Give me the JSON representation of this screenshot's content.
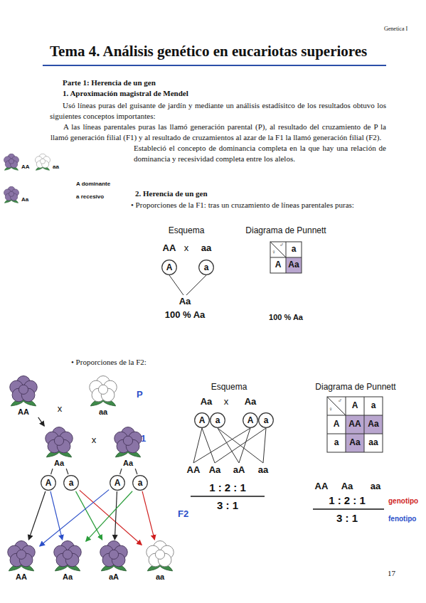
{
  "diagram": {
    "title": "Tema 4. Análisis genético en eucariotas superiores",
    "nodes": [
      {
        "text": [
          "AA"
        ]
      },
      {
        "text": [
          "aa"
        ]
      },
      {
        "text": [
          "Aa"
        ]
      },
      {
        "text": [
          "A"
        ]
      },
      {
        "text": [
          "a"
        ]
      },
      {
        "text": [
          "AA"
        ]
      },
      {
        "text": [
          "aa"
        ]
      },
      {
        "text": [
          "Aa"
        ]
      },
      {
        "text": [
          "Aa"
        ]
      },
      {
        "text": [
          "A"
        ]
      },
      {
        "text": [
          "a"
        ]
      },
      {
        "text": [
          "A"
        ]
      },
      {
        "text": [
          "a"
        ]
      },
      {
        "text": [
          "AA"
        ]
      },
      {
        "text": [
          "Aa"
        ]
      },
      {
        "text": [
          "aA"
        ]
      },
      {
        "text": [
          "aa"
        ]
      },
      {
        "text": [
          "A"
        ]
      },
      {
        "text": [
          "a"
        ]
      },
      {
        "text": [
          "A"
        ]
      },
      {
        "text": [
          "a"
        ]
      }
    ],
    "edges": [
      {
        "from": 5,
        "to": 7,
        "arrow": "to"
      },
      {
        "from": 7,
        "to": 9,
        "arrow": "none"
      },
      {
        "from": 7,
        "to": 10,
        "arrow": "none"
      },
      {
        "from": 8,
        "to": 11,
        "arrow": "none"
      },
      {
        "from": 8,
        "to": 12,
        "arrow": "none"
      },
      {
        "from": 9,
        "to": 13,
        "arrow": "to"
      },
      {
        "from": 9,
        "to": 14,
        "arrow": "to"
      },
      {
        "from": 10,
        "to": 15,
        "arrow": "to"
      },
      {
        "from": 10,
        "to": 16,
        "arrow": "to"
      },
      {
        "from": 11,
        "to": 13,
        "arrow": "to"
      },
      {
        "from": 11,
        "to": 15,
        "arrow": "to"
      },
      {
        "from": 12,
        "to": 14,
        "arrow": "to"
      },
      {
        "from": 12,
        "to": 16,
        "arrow": "to"
      }
    ],
    "labels": [
      "Genetica I",
      "Parte 1: Herencia de un gen",
      "1. Aproximación magistral de Mendel",
      "Usó líneas puras del guisante de jardín y mediante un análisis estadísitco de los resultados obtuvo los siguientes conceptos importantes:",
      "A las líneas parentales puras las llamó generación parental (P), al resultado del cruzamiento de P la llamó generación filial (F1) y al resultado de cruzamientos al azar de la F1 la llamó generación filial (F2).",
      "Estableció el concepto de dominancia completa en la que hay una relación de dominancia y recesividad completa entre los alelos.",
      "A dominante",
      "a recesivo",
      "2. Herencia de un gen",
      "• Proporciones de la F1: tras un cruzamiento de líneas parentales puras:",
      "Esquema",
      "AA",
      "x",
      "aa",
      "Aa",
      "100 % Aa",
      "Diagrama de Punnett",
      "♀",
      "♂",
      "a",
      "A",
      "Aa",
      "100 % Aa",
      "• Proporciones de la F2:",
      "x",
      "P",
      "x",
      "F1",
      "F2",
      "Esquema",
      "Aa",
      "x",
      "Aa",
      "AA",
      "Aa",
      "aA",
      "aa",
      "1 : 2 : 1",
      "3 : 1",
      "Diagrama de Punnett",
      "♀",
      "♂",
      "A",
      "a",
      "A",
      "AA",
      "Aa",
      "a",
      "Aa",
      "aa",
      "AA",
      "Aa",
      "aa",
      "1 : 2 : 1",
      "genotipo",
      "3 : 1",
      "fenotipo",
      "17"
    ]
  }
}
